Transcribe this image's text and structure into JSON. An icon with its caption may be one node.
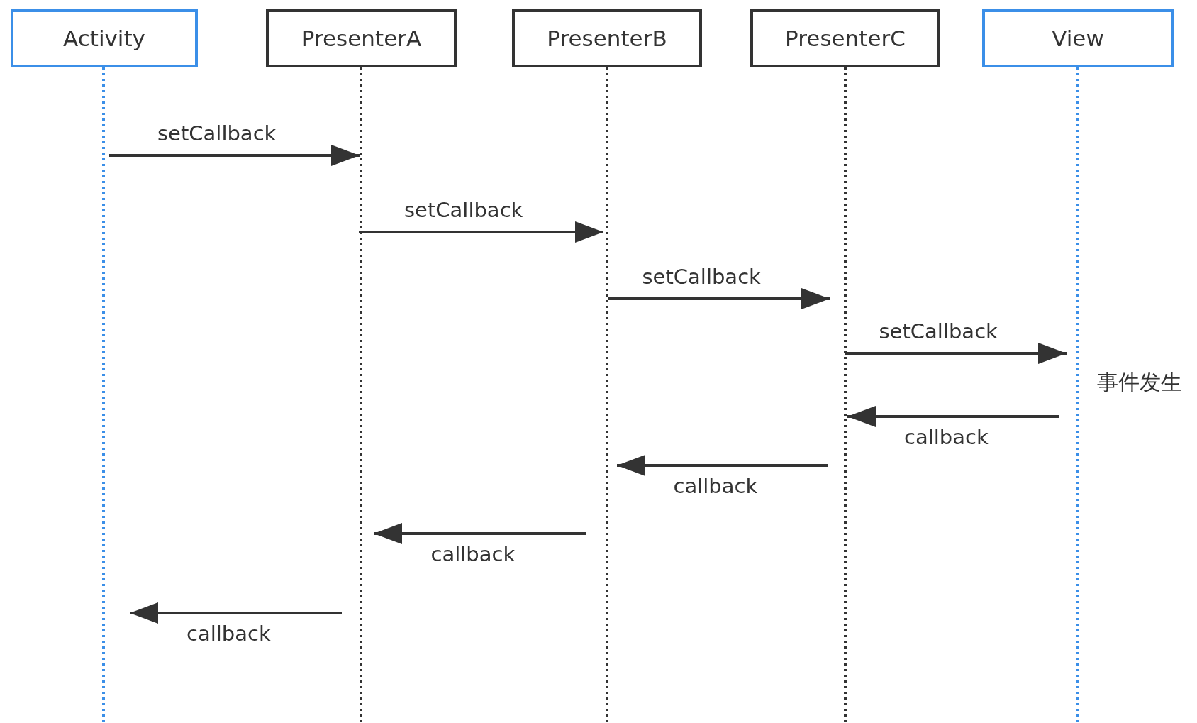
{
  "diagram": {
    "nodes": [
      {
        "text": [
          "Activity"
        ]
      },
      {
        "text": [
          "PresenterA"
        ]
      },
      {
        "text": [
          "PresenterB"
        ]
      },
      {
        "text": [
          "PresenterC"
        ]
      },
      {
        "text": [
          "View"
        ]
      }
    ],
    "edges": [
      {
        "from": 0,
        "to": 1,
        "arrow": "to",
        "label": "setCallback"
      },
      {
        "from": 1,
        "to": 2,
        "arrow": "to",
        "label": "setCallback"
      },
      {
        "from": 2,
        "to": 3,
        "arrow": "to",
        "label": "setCallback"
      },
      {
        "from": 3,
        "to": 4,
        "arrow": "to",
        "label": "setCallback"
      },
      {
        "from": 4,
        "to": 3,
        "arrow": "to",
        "label": "callback"
      },
      {
        "from": 3,
        "to": 2,
        "arrow": "to",
        "label": "callback"
      },
      {
        "from": 2,
        "to": 1,
        "arrow": "to",
        "label": "callback"
      },
      {
        "from": 1,
        "to": 0,
        "arrow": "to",
        "label": "callback"
      }
    ],
    "labels": [
      "事件发生"
    ]
  }
}
